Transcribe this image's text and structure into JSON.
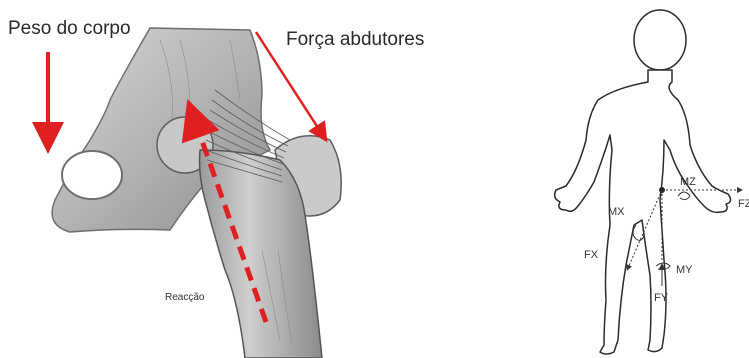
{
  "left_figure": {
    "label_body_weight": "Peso do corpo",
    "label_abductor_force": "Força abdutores",
    "label_reaction": "Reacção"
  },
  "right_figure": {
    "label_mz": "MZ",
    "label_fz": "FZ",
    "label_mx": "MX",
    "label_fx": "FX",
    "label_my": "MY",
    "label_fy": "FY"
  },
  "colors": {
    "arrow": "#e02020",
    "bone_fill": "#bdbdbd",
    "outline": "#2b2b2b"
  }
}
